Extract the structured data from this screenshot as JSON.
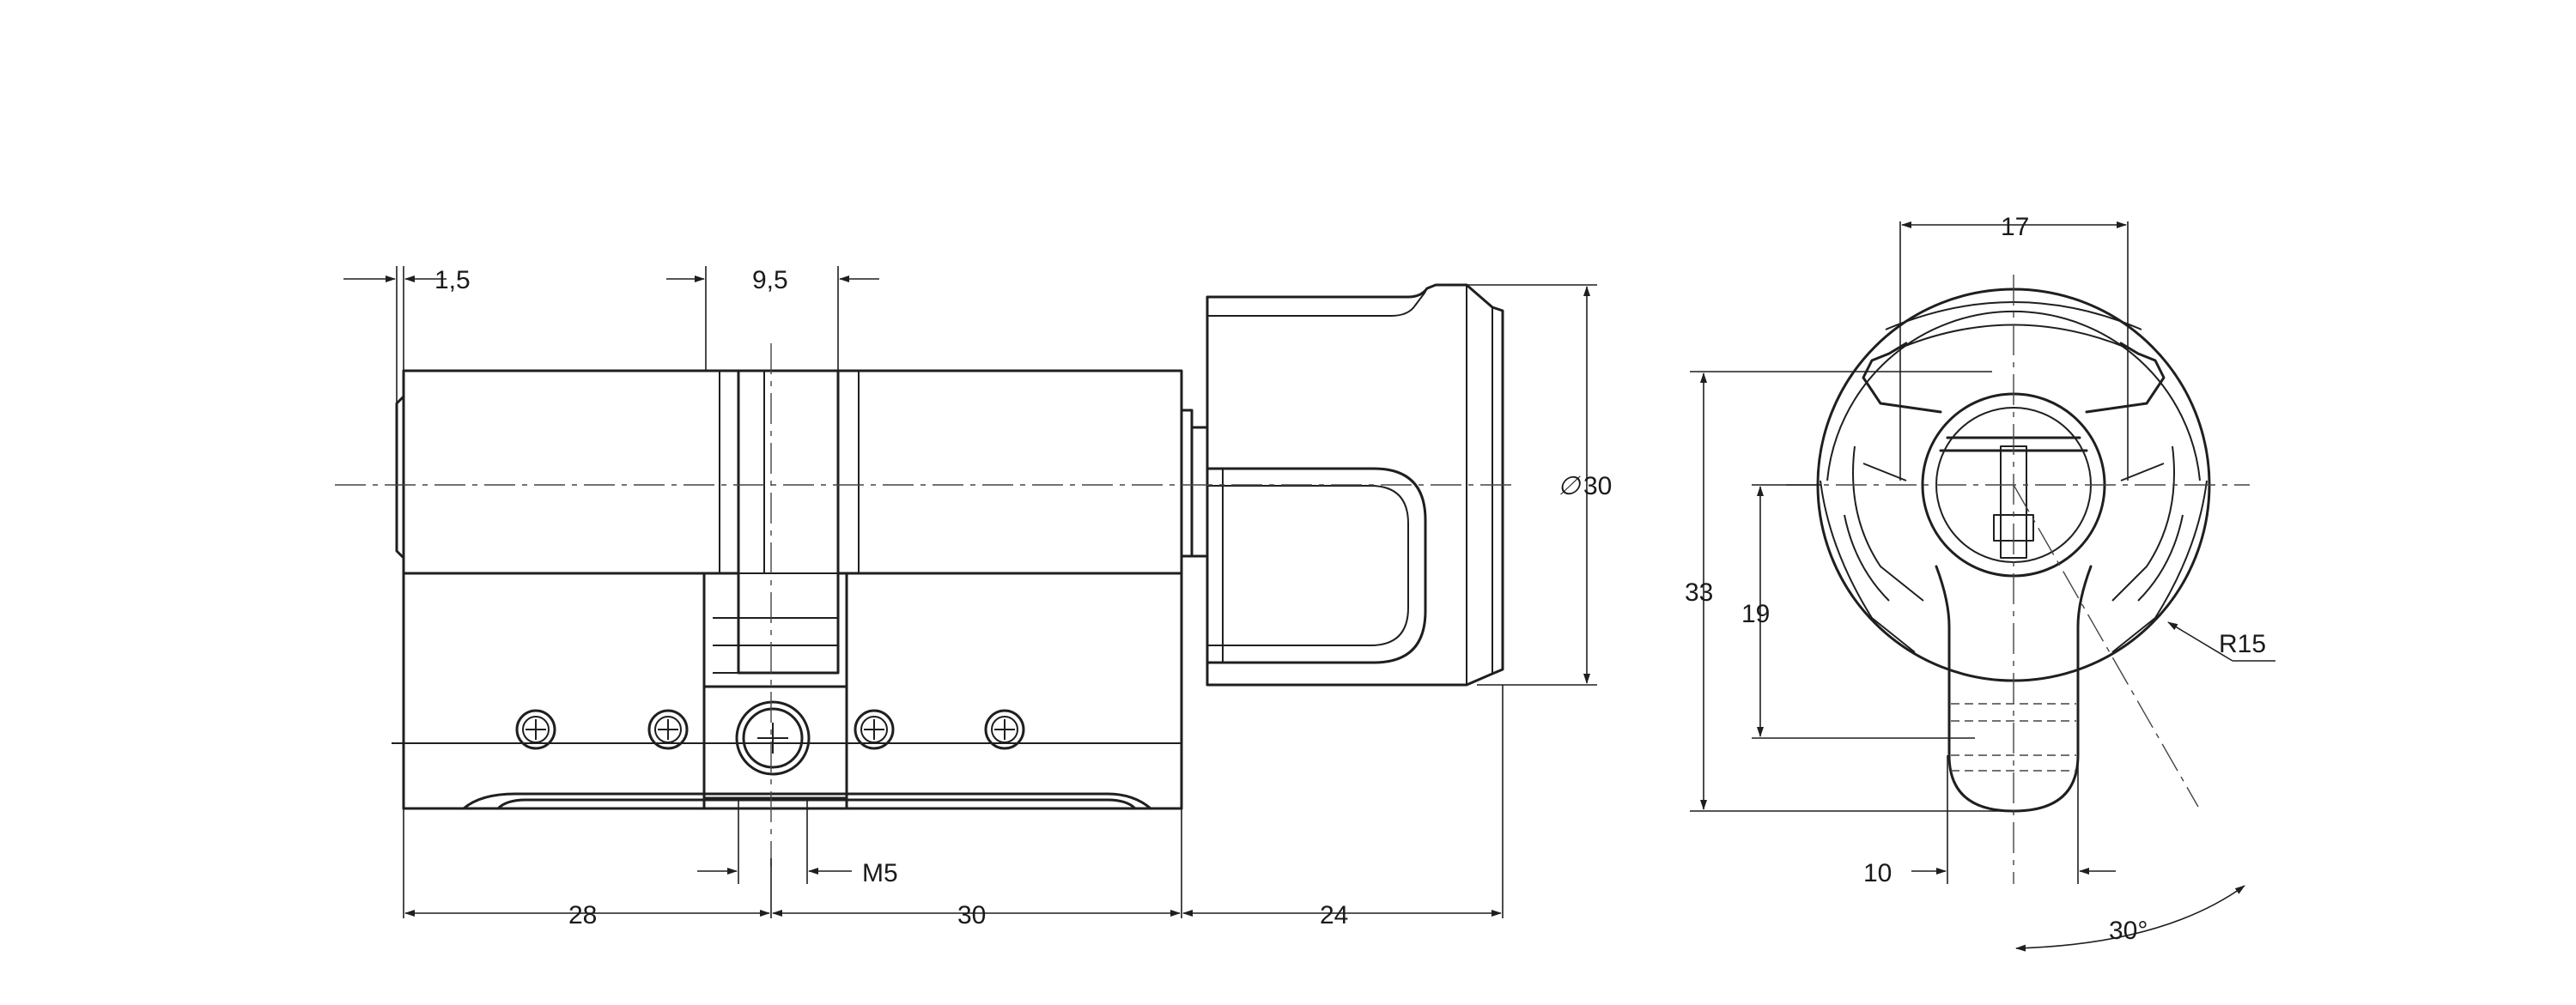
{
  "drawing": {
    "stroke_color": "#1f1f1f",
    "background": "#ffffff"
  },
  "dimensions": {
    "gap_small": "1,5",
    "cam_width": "9,5",
    "left_body": "28",
    "right_body": "30",
    "knob_length": "24",
    "knob_diameter_symbol": "∅",
    "knob_diameter": "30",
    "screw_thread": "M5",
    "profile_width": "17",
    "profile_height": "33",
    "axis_to_bottom": "19",
    "cam_offset": "10",
    "radius": "R15",
    "angle": "30°"
  }
}
